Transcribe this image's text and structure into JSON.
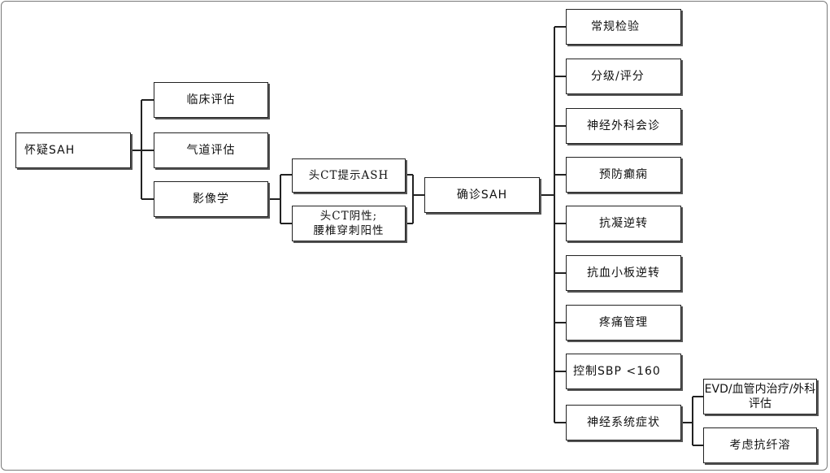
{
  "nodes": {
    "suspect": "怀疑SAH",
    "clinical": "临床评估",
    "airway": "气道评估",
    "imaging": "影像学",
    "ct_pos": "头CT提示ASH",
    "ct_neg": "头CT阴性;\n腰椎穿刺阳性",
    "confirmed": "确诊SAH",
    "routine": "常规检验",
    "grading": "分级/评分",
    "neurosurg": "神经外科会诊",
    "seizure": "预防癫痫",
    "anticoag": "抗凝逆转",
    "antiplatelet": "抗血小板逆转",
    "pain": "疼痛管理",
    "sbp": "控制SBP <160",
    "neuro_sym": "神经系统症状",
    "evd": "EVD/血管内治疗/外科评估",
    "thrombolysis": "考虑抗纤溶"
  }
}
